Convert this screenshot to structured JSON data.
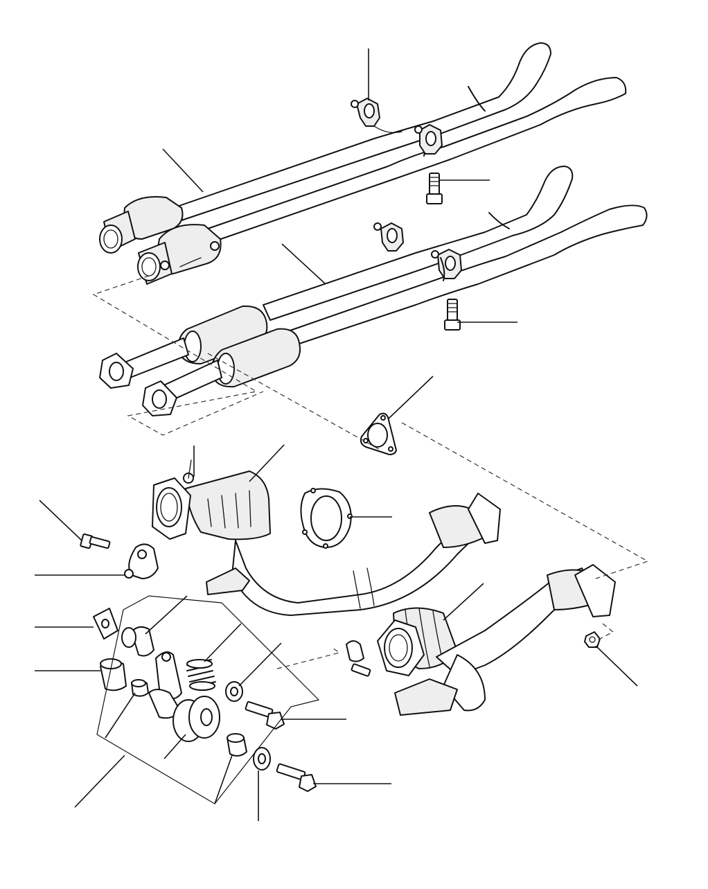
{
  "diagram": {
    "type": "exploded-parts-diagram",
    "subject": "exhaust-system",
    "background": "#ffffff",
    "line_color": "#111111",
    "callouts_count": 22
  }
}
